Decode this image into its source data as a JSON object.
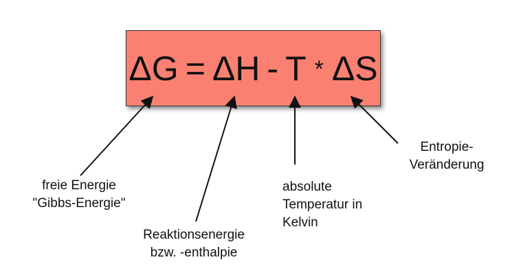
{
  "formula": {
    "delta_g": "ΔG",
    "equals": "=",
    "delta_h": "ΔH",
    "minus": "-",
    "t": "T",
    "times": "*",
    "delta_s": "ΔS"
  },
  "labels": {
    "gibbs": {
      "line1": "freie Energie",
      "line2": "\"Gibbs-Energie\""
    },
    "enthalpy": {
      "line1": "Reaktionsenergie",
      "line2": "bzw. -enthalpie"
    },
    "temperature": {
      "line1": "absolute",
      "line2": "Temperatur in",
      "line3": "Kelvin"
    },
    "entropy": {
      "line1": "Entropie-",
      "line2": "Veränderung"
    }
  },
  "colors": {
    "box_fill": "#fa8072",
    "arrow": "#111111"
  }
}
